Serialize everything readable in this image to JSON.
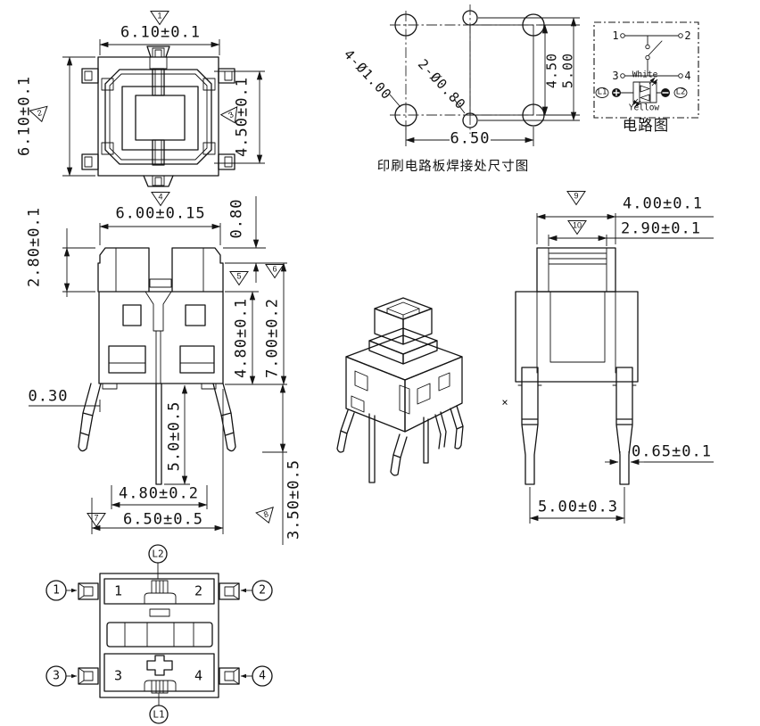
{
  "drawing": {
    "flags": [
      "1",
      "2",
      "3",
      "4",
      "5",
      "6",
      "7",
      "8",
      "9",
      "10"
    ],
    "top_view": {
      "dim_width": "6.10±0.1",
      "dim_height": "6.10±0.1",
      "dim_side_height": "4.50±0.1"
    },
    "pcb_view": {
      "label_large_holes": "4-Ø1.00",
      "label_small_holes": "2-Ø0.80",
      "dim_width": "6.50",
      "dim_pitch_inner": "4.50",
      "dim_pitch_outer": "5.00",
      "caption": "印刷电路板焊接处尺寸图"
    },
    "circuit_view": {
      "pin1": "1",
      "pin2": "2",
      "pin3": "3",
      "pin4": "4",
      "led_left": "L1",
      "led_right": "L2",
      "label_white": "White",
      "label_yellow": "Yellow",
      "caption": "电路图"
    },
    "front_view": {
      "dim_cap_height": "2.80±0.1",
      "dim_cap_width": "6.00±0.15",
      "dim_step": "0.80",
      "dim_body_height": "4.80±0.1",
      "dim_total_height": "7.00±0.2",
      "dim_leg_offset": "0.30",
      "dim_led_pin_length": "5.0±0.5",
      "dim_pin_spacing": "4.80±0.2",
      "dim_base_width": "6.50±0.5",
      "dim_leg_length": "3.50±0.5"
    },
    "side_view": {
      "dim_stem_width": "4.00±0.1",
      "dim_stem_inner": "2.90±0.1",
      "dim_pin_width": "0.65±0.1",
      "dim_pin_spacing": "5.00±0.3",
      "center_mark": "×"
    },
    "bottom_view": {
      "pin1": "1",
      "pin2": "2",
      "pin3": "3",
      "pin4": "4",
      "callout1": "1",
      "callout2": "2",
      "callout3": "3",
      "callout4": "4",
      "led_top": "L2",
      "led_bottom": "L1"
    }
  }
}
